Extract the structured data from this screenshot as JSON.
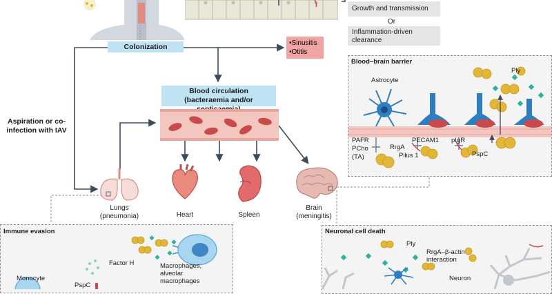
{
  "top": {
    "growth": "Growth and transmission",
    "or": "Or",
    "clearance": "Inflammation-driven clearance"
  },
  "colonization": "Colonization",
  "sinus_otitis": [
    "•Sinusitis",
    "•Otitis"
  ],
  "aspiration": "Aspiration or co-infection with IAV",
  "blood": {
    "title": "Blood circulation",
    "subtitle": "(bacteraemia and/or septicaemia)"
  },
  "organs": {
    "lungs": "Lungs (pneumonia)",
    "heart": "Heart",
    "spleen": "Spleen",
    "brain": "Brain (meningitis)"
  },
  "bbb": {
    "title": "Blood–brain barrier",
    "ply": "Ply",
    "astrocyte": "Astrocyte",
    "pafr": "PAFR",
    "pcho": "PCho",
    "ta": "(TA)",
    "rrga": "RrgA",
    "pecam": "PECAM1",
    "pilus": "Pilus 1",
    "pigr": "pIgR",
    "pspc": "PspC"
  },
  "immune": {
    "title": "Immune evasion",
    "monocyte": "Monocyte",
    "factor_h": "Factor H",
    "pspc": "PspC",
    "macrophages": "Macrophages, alveolar macrophages"
  },
  "neuronal": {
    "title": "Neuronal cell death",
    "ply": "Ply",
    "interaction": "RrgA–β-actin interaction",
    "neuron": "Neuron"
  },
  "colors": {
    "box_blue": "#bfe3f3",
    "pink_box": "#f0a4a4",
    "bacteria": "#e2b636",
    "vessel": "#f3c6c0",
    "rbc": "#c94a4a",
    "cell_blue": "#2e7fc1",
    "teal": "#2fb39c"
  }
}
